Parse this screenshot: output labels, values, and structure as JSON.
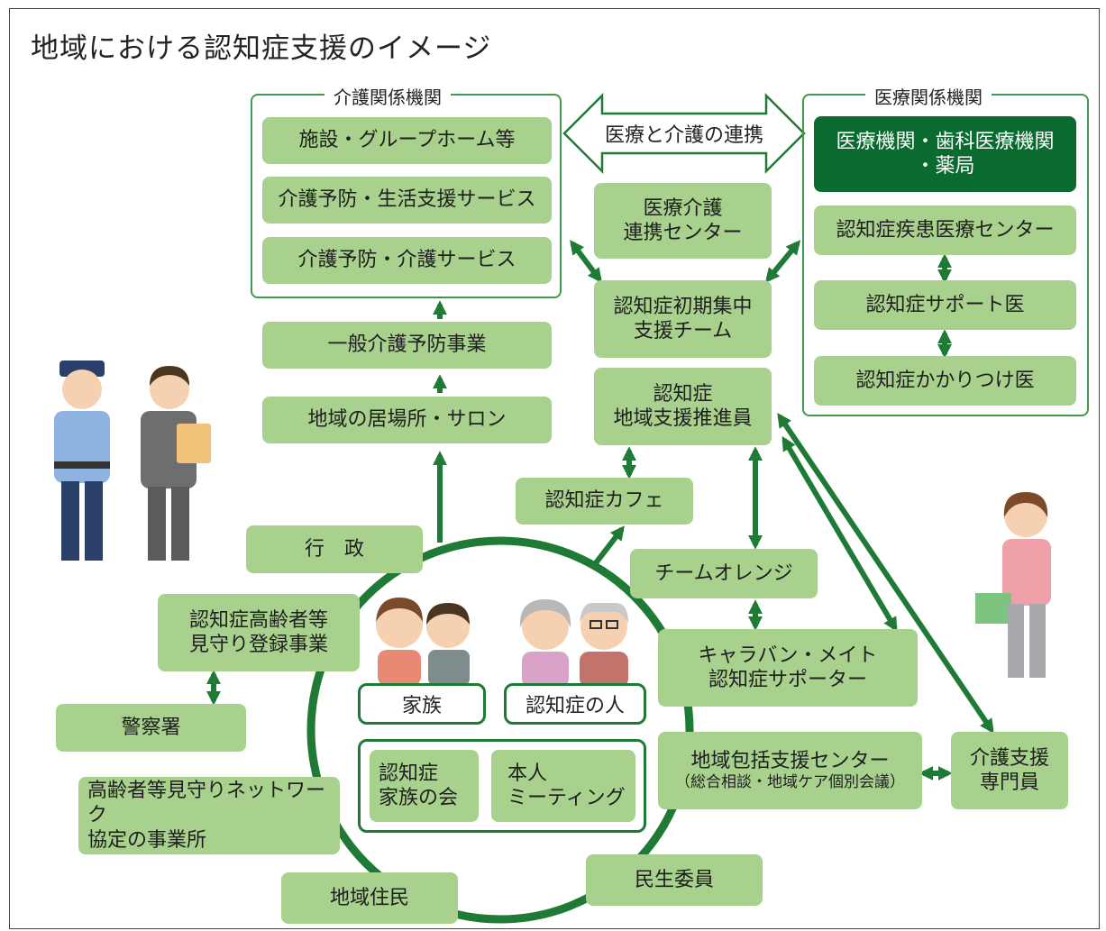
{
  "title": "地域における認知症支援のイメージ",
  "panels": {
    "care_panel_title": "介護関係機関",
    "medical_panel_title": "医療関係機関"
  },
  "care": {
    "facilities": "施設・グループホーム等",
    "prevention_life": "介護予防・生活支援サービス",
    "prevention_care": "介護予防・介護サービス",
    "general_prevention": "一般介護予防事業",
    "place_salon": "地域の居場所・サロン"
  },
  "medical": {
    "institutions_line1": "医療機関・歯科医療機関",
    "institutions_line2": "・薬局",
    "disease_center": "認知症疾患医療センター",
    "support_doctor": "認知症サポート医",
    "family_doctor": "認知症かかりつけ医"
  },
  "link": {
    "label": "医療と介護の連携",
    "center_line1": "医療介護",
    "center_line2": "連携センター",
    "initial_team_line1": "認知症初期集中",
    "initial_team_line2": "支援チーム",
    "promoter_line1": "認知症",
    "promoter_line2": "地域支援推進員"
  },
  "community": {
    "cafe": "認知症カフェ",
    "admin": "行　政",
    "watch_line1": "認知症高齢者等",
    "watch_line2": "見守り登録事業",
    "police": "警察署",
    "network_line1": "高齢者等見守りネットワーク",
    "network_line2": "協定の事業所",
    "residents": "地域住民",
    "welfare": "民生委員",
    "team_orange": "チームオレンジ",
    "caravan_line1": "キャラバン・メイト",
    "caravan_line2": "認知症サポーター",
    "houkatsu_line1": "地域包括支援センター",
    "houkatsu_line2": "（総合相談・地域ケア個別会議）",
    "care_manager_line1": "介護支援",
    "care_manager_line2": "専門員"
  },
  "circle": {
    "family": "家族",
    "person": "認知症の人",
    "family_assoc_line1": "認知症",
    "family_assoc_line2": "家族の会",
    "meeting_line1": "本人",
    "meeting_line2": "ミーティング"
  },
  "colors": {
    "box_green": "#a9d18e",
    "dark_green": "#0b6b2f",
    "arrow_green": "#1f7a35"
  }
}
